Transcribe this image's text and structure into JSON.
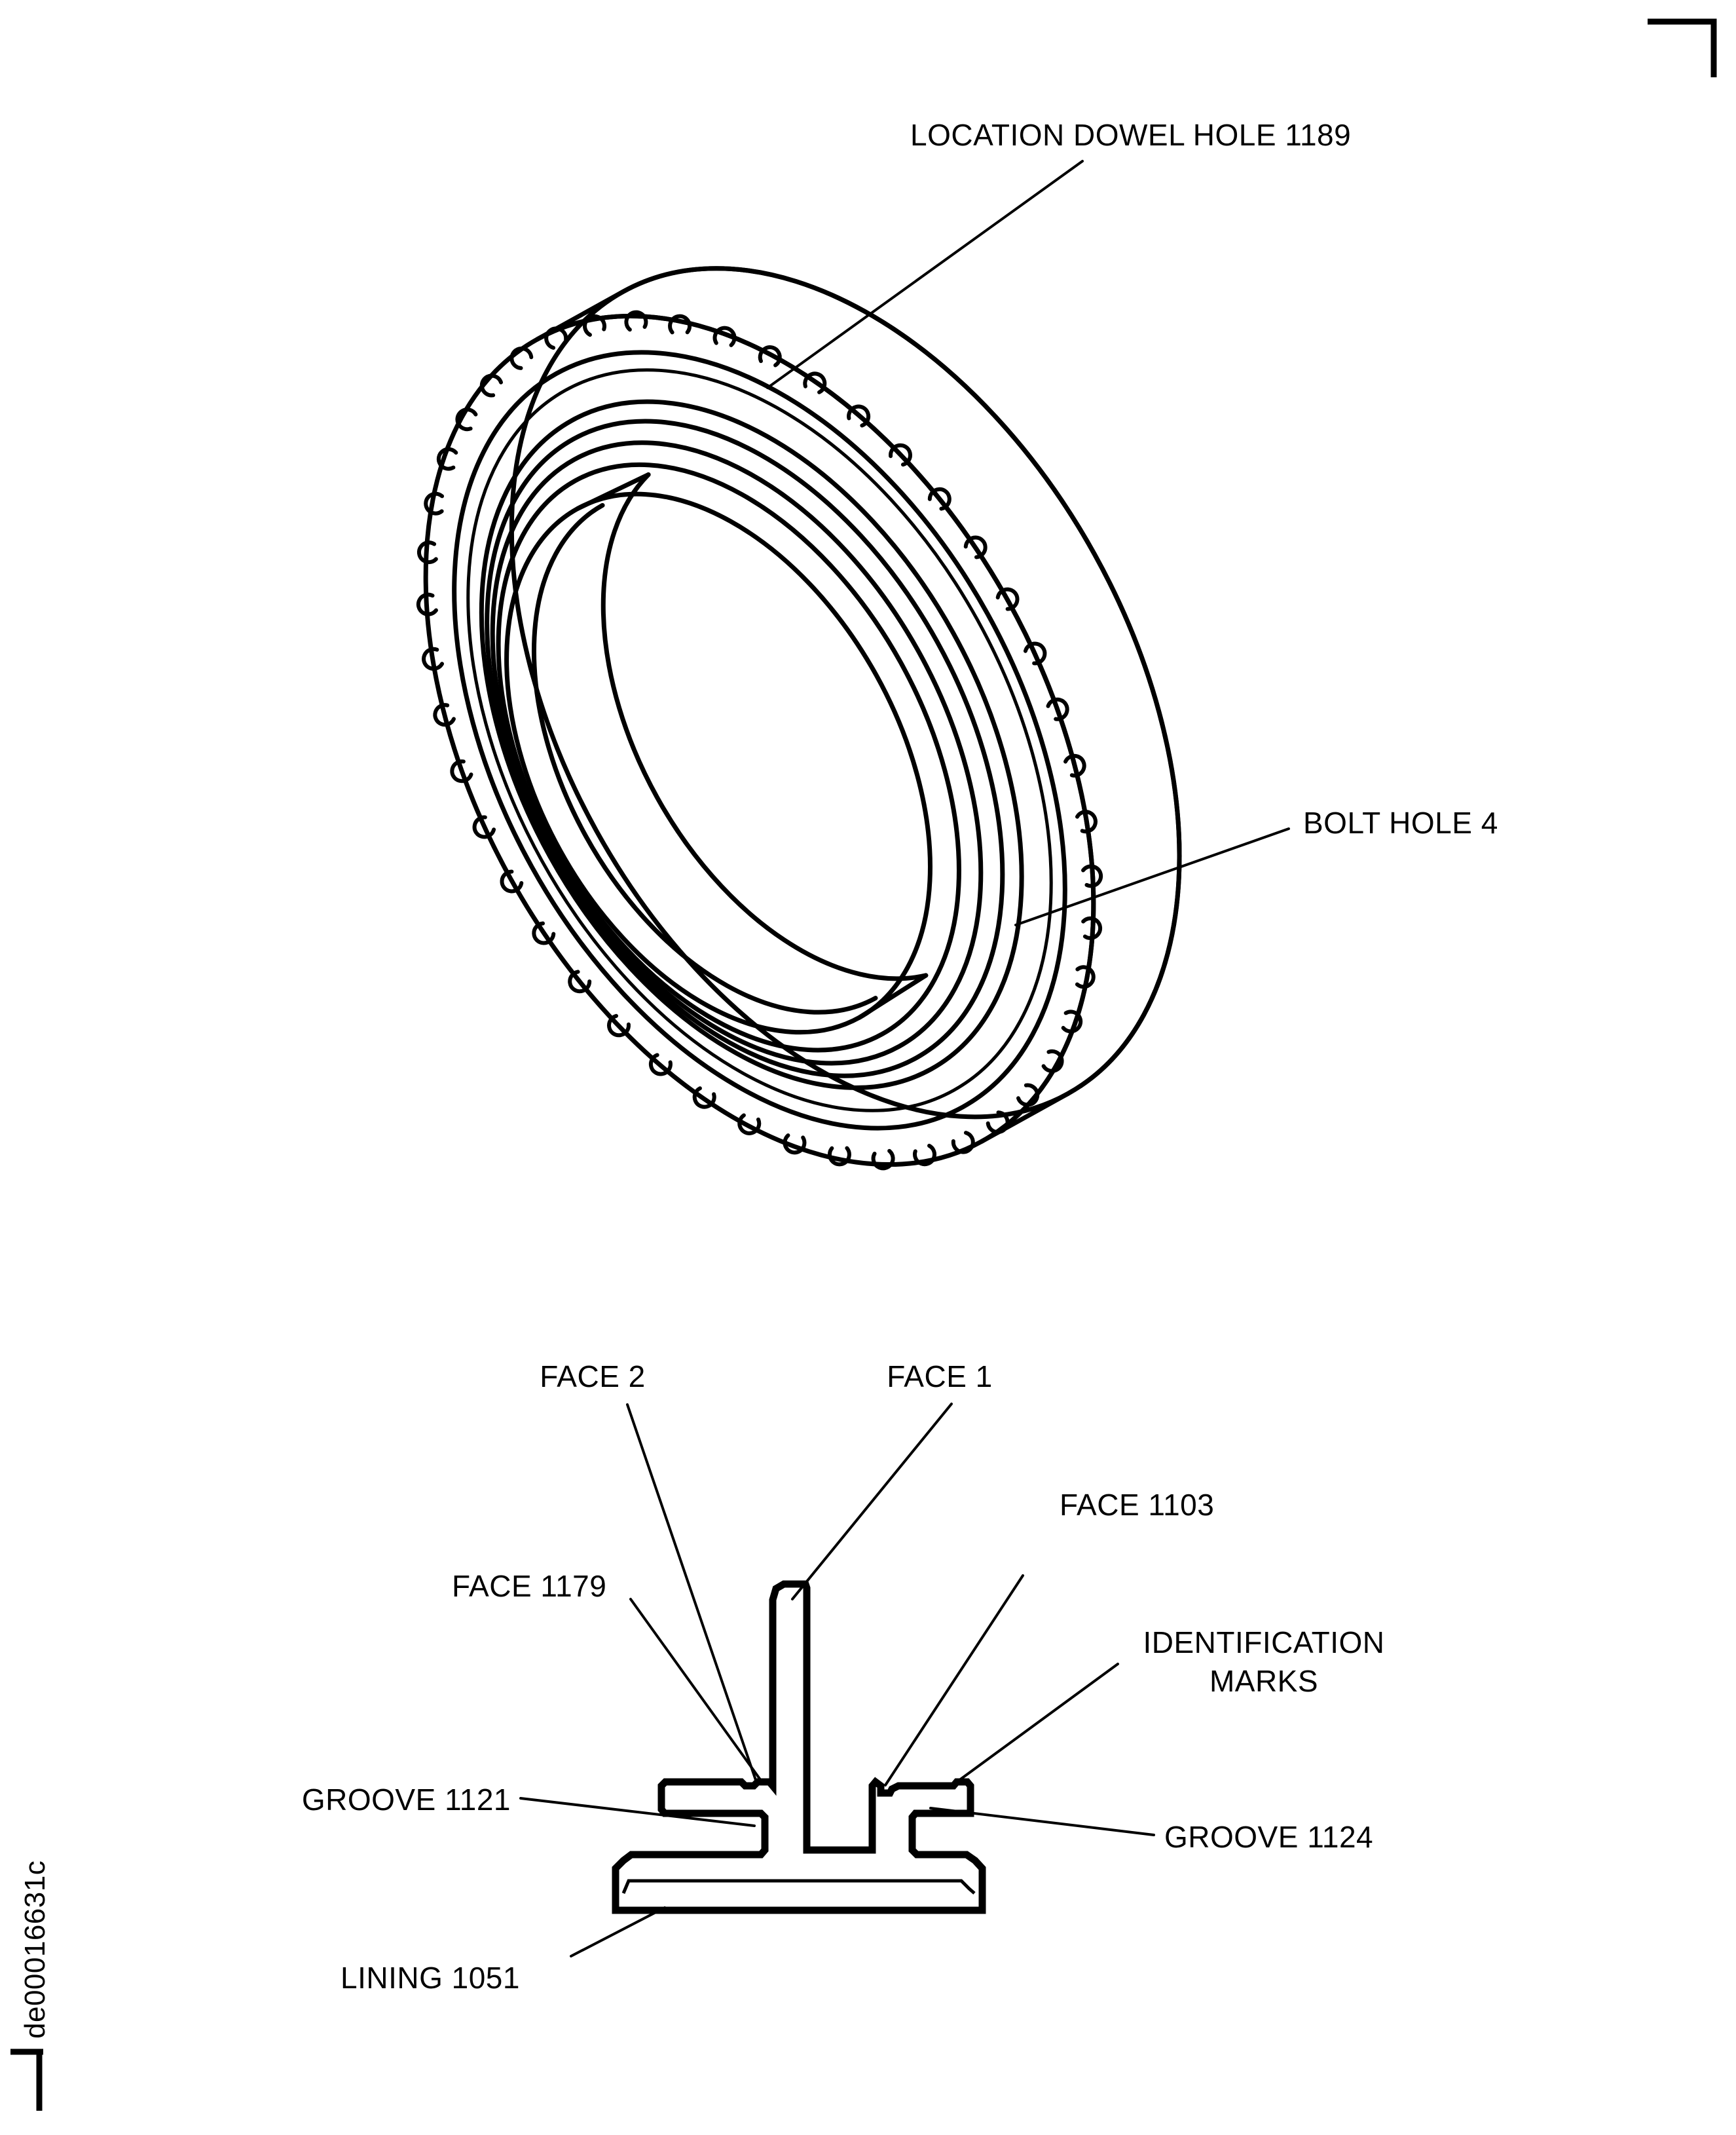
{
  "figure": {
    "id_text": "de00016631c",
    "corner_mark_top_right": "corner-registration-mark",
    "corner_mark_bottom_left": "corner-registration-mark"
  },
  "isometric_view": {
    "name": "flange-ring-isometric",
    "callouts": [
      {
        "id": "location-dowel-hole",
        "text": "LOCATION DOWEL HOLE 1189"
      },
      {
        "id": "bolt-hole",
        "text": "BOLT HOLE 4"
      }
    ]
  },
  "section_view": {
    "name": "flange-cross-section",
    "callouts": [
      {
        "id": "face-2",
        "text": "FACE 2"
      },
      {
        "id": "face-1",
        "text": "FACE 1"
      },
      {
        "id": "face-1103",
        "text": "FACE 1103"
      },
      {
        "id": "face-1179",
        "text": "FACE 1179"
      },
      {
        "id": "identification-marks-line1",
        "text": "IDENTIFICATION"
      },
      {
        "id": "identification-marks-line2",
        "text": "MARKS"
      },
      {
        "id": "groove-1121",
        "text": "GROOVE 1121"
      },
      {
        "id": "groove-1124",
        "text": "GROOVE 1124"
      },
      {
        "id": "lining-1051",
        "text": "LINING 1051"
      }
    ]
  },
  "colors": {
    "ink": "#000000",
    "paper": "#ffffff"
  }
}
